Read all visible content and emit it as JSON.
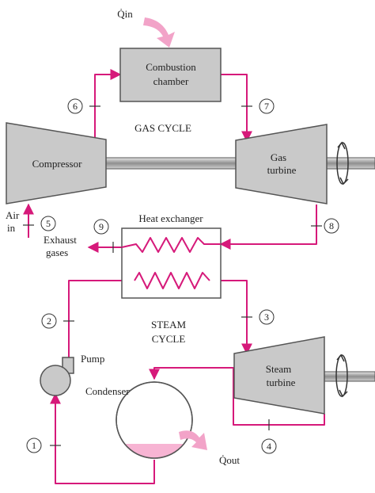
{
  "colors": {
    "pipe": "#d6197a",
    "component_fill": "#c9c9c9",
    "component_stroke": "#555555",
    "heat_arrow": "#f2a3c8",
    "water": "#f7b4d3",
    "outline": "#333333"
  },
  "labels": {
    "q_in": "Q̇in",
    "q_out": "Q̇out",
    "combustion_line1": "Combustion",
    "combustion_line2": "chamber",
    "gas_cycle": "GAS CYCLE",
    "compressor": "Compressor",
    "gas_turbine_line1": "Gas",
    "gas_turbine_line2": "turbine",
    "air_line1": "Air",
    "air_line2": "in",
    "heat_exchanger": "Heat exchanger",
    "exhaust_line1": "Exhaust",
    "exhaust_line2": "gases",
    "steam_cycle_line1": "STEAM",
    "steam_cycle_line2": "CYCLE",
    "pump": "Pump",
    "condenser": "Condenser",
    "steam_turbine_line1": "Steam",
    "steam_turbine_line2": "turbine"
  },
  "states": [
    "1",
    "2",
    "3",
    "4",
    "5",
    "6",
    "7",
    "8",
    "9"
  ]
}
